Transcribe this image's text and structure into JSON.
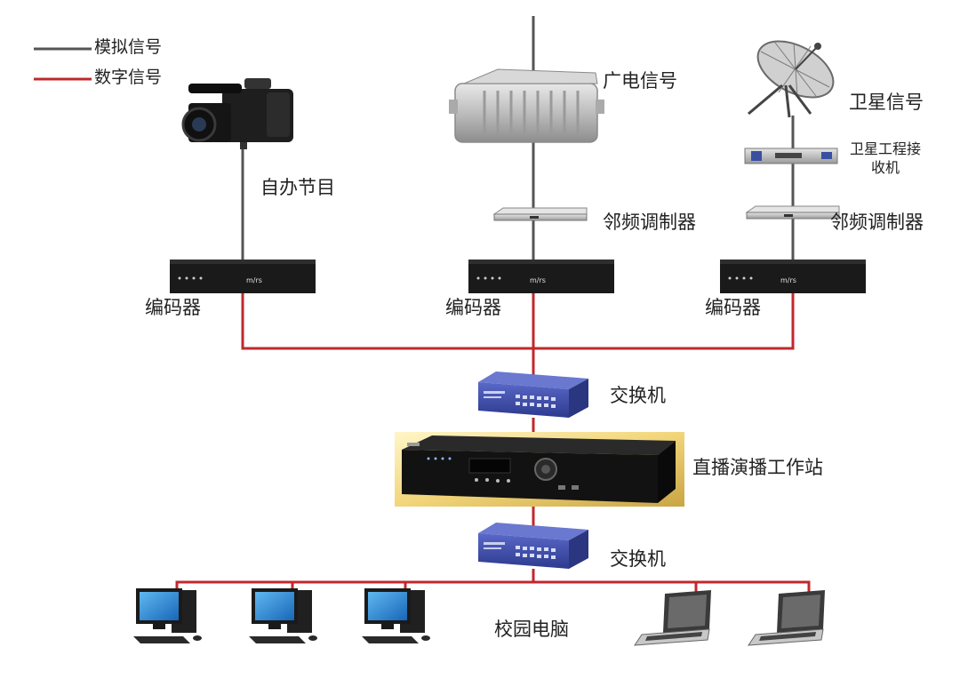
{
  "legend": {
    "analog": "模拟信号",
    "digital": "数字信号"
  },
  "sources": {
    "camera": "自办节目",
    "broadcast": "广电信号",
    "satellite": "卫星信号",
    "satellite_receiver_line1": "卫星工程接",
    "satellite_receiver_line2": "收机",
    "modulator_center": "邻频调制器",
    "modulator_right": "邻频调制器"
  },
  "encoders": {
    "left": "编码器",
    "center": "编码器",
    "right": "编码器",
    "brand": "m/rs"
  },
  "core": {
    "switch_top": "交换机",
    "workstation": "直播演播工作站",
    "switch_bottom": "交换机"
  },
  "clients": {
    "label": "校园电脑"
  },
  "colors": {
    "analog_line": "#555555",
    "digital_line": "#c0282d",
    "switch_blue": "#3b4aa8",
    "device_dark": "#151515"
  }
}
